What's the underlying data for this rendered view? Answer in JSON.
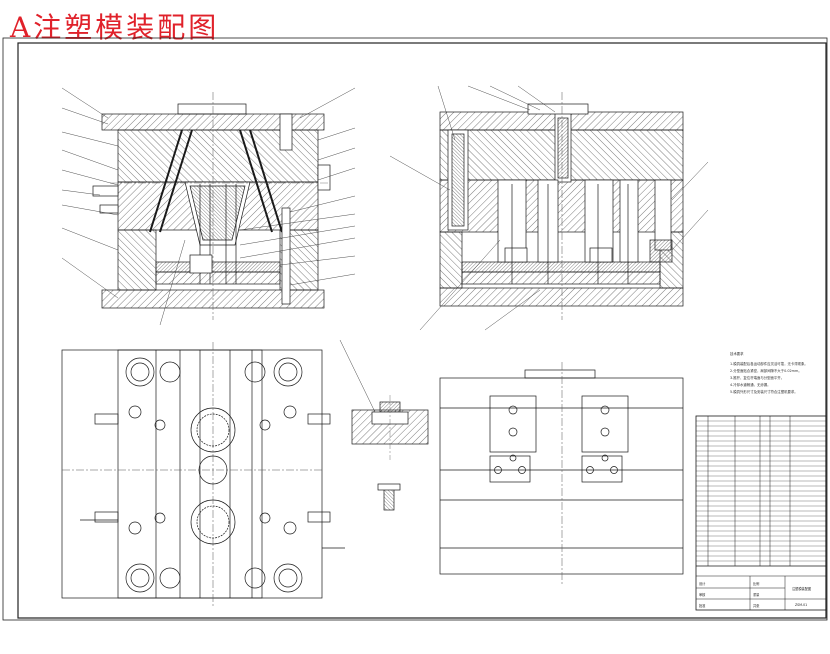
{
  "title": "A注塑模装配图",
  "notes": {
    "heading": "技术要求",
    "lines": [
      "1.模具装配后各运动部件应灵活可靠，无卡滞现象。",
      "2.分型面贴合紧密，局部间隙不大于0.02mm。",
      "3.推杆、复位杆端面与分型面平齐。",
      "4.冷却水道畅通，无渗漏。",
      "5.模具外形尺寸及安装尺寸符合注塑机要求。"
    ]
  },
  "title_block": {
    "drawing_name": "注塑模装配图",
    "drawing_no": "ZSM-01",
    "labels": [
      "设计",
      "审核",
      "批准",
      "比例",
      "重量",
      "共张"
    ]
  },
  "colors": {
    "title": "#e0212a",
    "line": "#1a1a1a",
    "hatch": "#444444",
    "center": "#555555"
  }
}
